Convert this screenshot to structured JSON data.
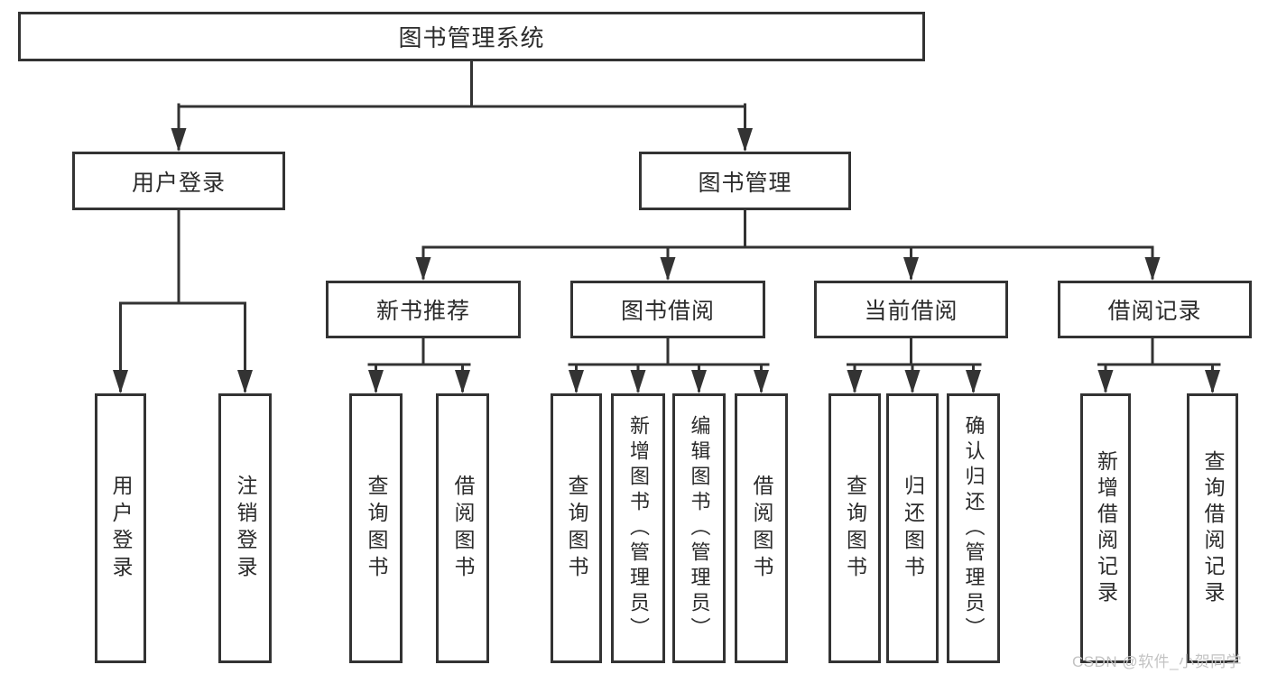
{
  "diagram": {
    "root": "图书管理系统",
    "level2": {
      "user_login": "用户登录",
      "book_management": "图书管理"
    },
    "level3": {
      "new_book_recommend": "新书推荐",
      "book_borrow": "图书借阅",
      "current_borrow": "当前借阅",
      "borrow_records": "借阅记录"
    },
    "leaves": {
      "user_login": "用户登录",
      "logout": "注销登录",
      "recommend_query_books": "查询图书",
      "recommend_borrow_books": "借阅图书",
      "borrow_query_books": "查询图书",
      "borrow_add_books_admin": "新增图书（管理员）",
      "borrow_edit_books_admin": "编辑图书（管理员）",
      "borrow_borrow_books": "借阅图书",
      "current_query_books": "查询图书",
      "current_return_books": "归还图书",
      "current_confirm_return_admin": "确认归还（管理员）",
      "records_add_record": "新增借阅记录",
      "records_query_record": "查询借阅记录"
    }
  },
  "watermark": {
    "text": "CSDN @软件_小贺同学"
  },
  "colors": {
    "line": "#333333",
    "text": "#2b2b2b",
    "box_fill": "#ffffff",
    "background": "#ffffff",
    "watermark": "#c3c3c3"
  }
}
